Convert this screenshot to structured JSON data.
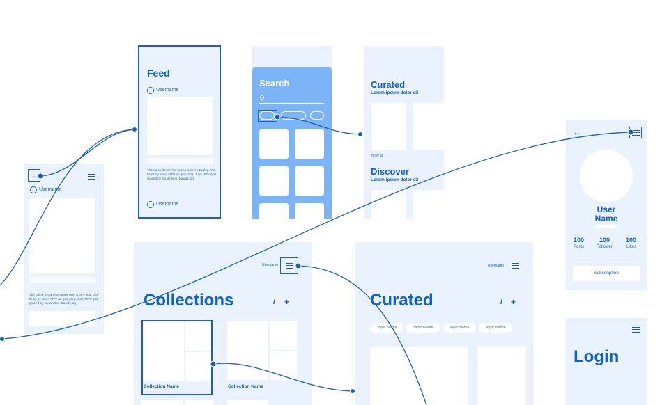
{
  "colors": {
    "screen_bg": "#eaf2fd",
    "accent": "#1f5fb8",
    "heading": "#0f63c7",
    "search_bg": "#7db3f7"
  },
  "profile_small": {
    "username": "Username",
    "body": "The quick, brown fox jumps over a lazy dog. Vox fields by when MTV ax quiz prog. Junk MTV quiz graced by fox whelps. Bawds jog"
  },
  "feed": {
    "title": "Feed",
    "username_top": "Username",
    "username_bottom": "Username",
    "body": "The quick, brown fox jumps over a lazy dog. Vox fields by when MTV ax quiz prog. Junk MTV quiz graced by fox whelps. Bawds jog"
  },
  "search": {
    "title": "Search",
    "icon": "search-icon"
  },
  "curated_small": {
    "title": "Curated",
    "subtitle": "Lorem ipsum dolor sit",
    "show_all": "show all"
  },
  "discover": {
    "title": "Discover",
    "subtitle": "Lorem ipsum dolor sit"
  },
  "user": {
    "name_line1": "User",
    "name_line2": "Name",
    "stats": [
      {
        "value": "100",
        "label": "Posts"
      },
      {
        "value": "100",
        "label": "Follower"
      },
      {
        "value": "100",
        "label": "Likes"
      }
    ],
    "button": "Subscription"
  },
  "collections": {
    "title": "Collections",
    "header_user": "Username",
    "edit_icon": "/",
    "add_icon": "+",
    "item1": "Collection Name",
    "item2": "Collection Name"
  },
  "curated_large": {
    "title": "Curated",
    "header_user": "Username",
    "edit_icon": "/",
    "add_icon": "+",
    "tags": [
      "Topic Name",
      "Topic Name",
      "Topic Name",
      "Topic Name"
    ]
  },
  "login": {
    "title": "Login"
  }
}
